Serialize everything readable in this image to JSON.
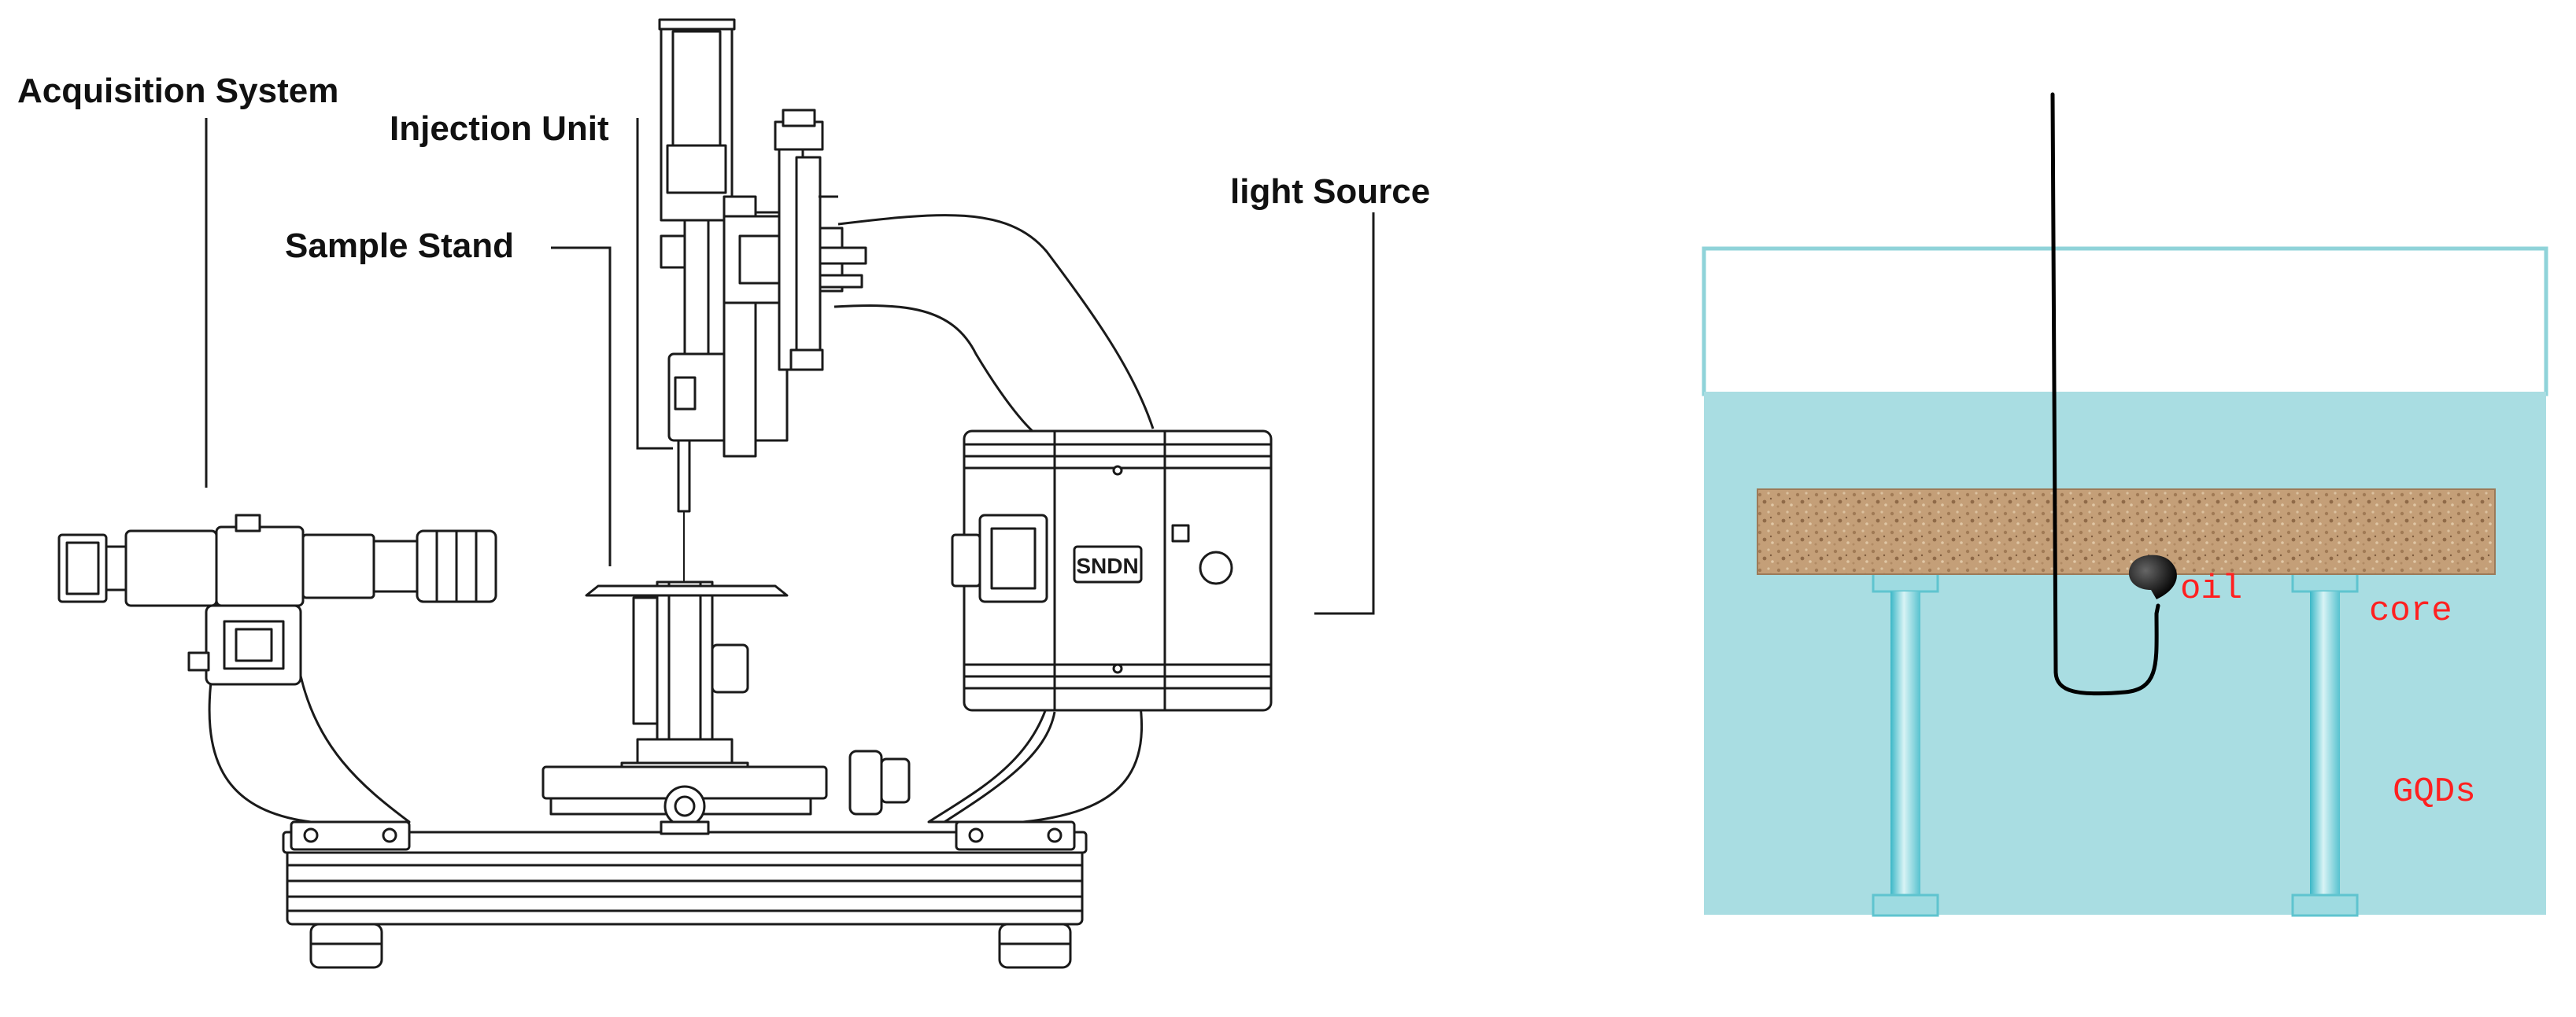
{
  "apparatus": {
    "labels": {
      "acquisition_system": "Acquisition System",
      "injection_unit": "Injection Unit",
      "sample_stand": "Sample Stand",
      "light_source": "light Source",
      "light_badge": "SNDN"
    },
    "line_color": "#1a1a1a",
    "fill_color": "#ffffff"
  },
  "experiment": {
    "labels": {
      "oil": "oil",
      "core": "core",
      "gqds": "GQDs"
    },
    "colors": {
      "liquid": "#a9dde2",
      "tank_outline": "#8fd3d9",
      "core_sample": "#c2a07a",
      "support_pillar": "#8ccfd6",
      "label_text": "#ff2020",
      "oil_droplet": "#000000"
    }
  }
}
